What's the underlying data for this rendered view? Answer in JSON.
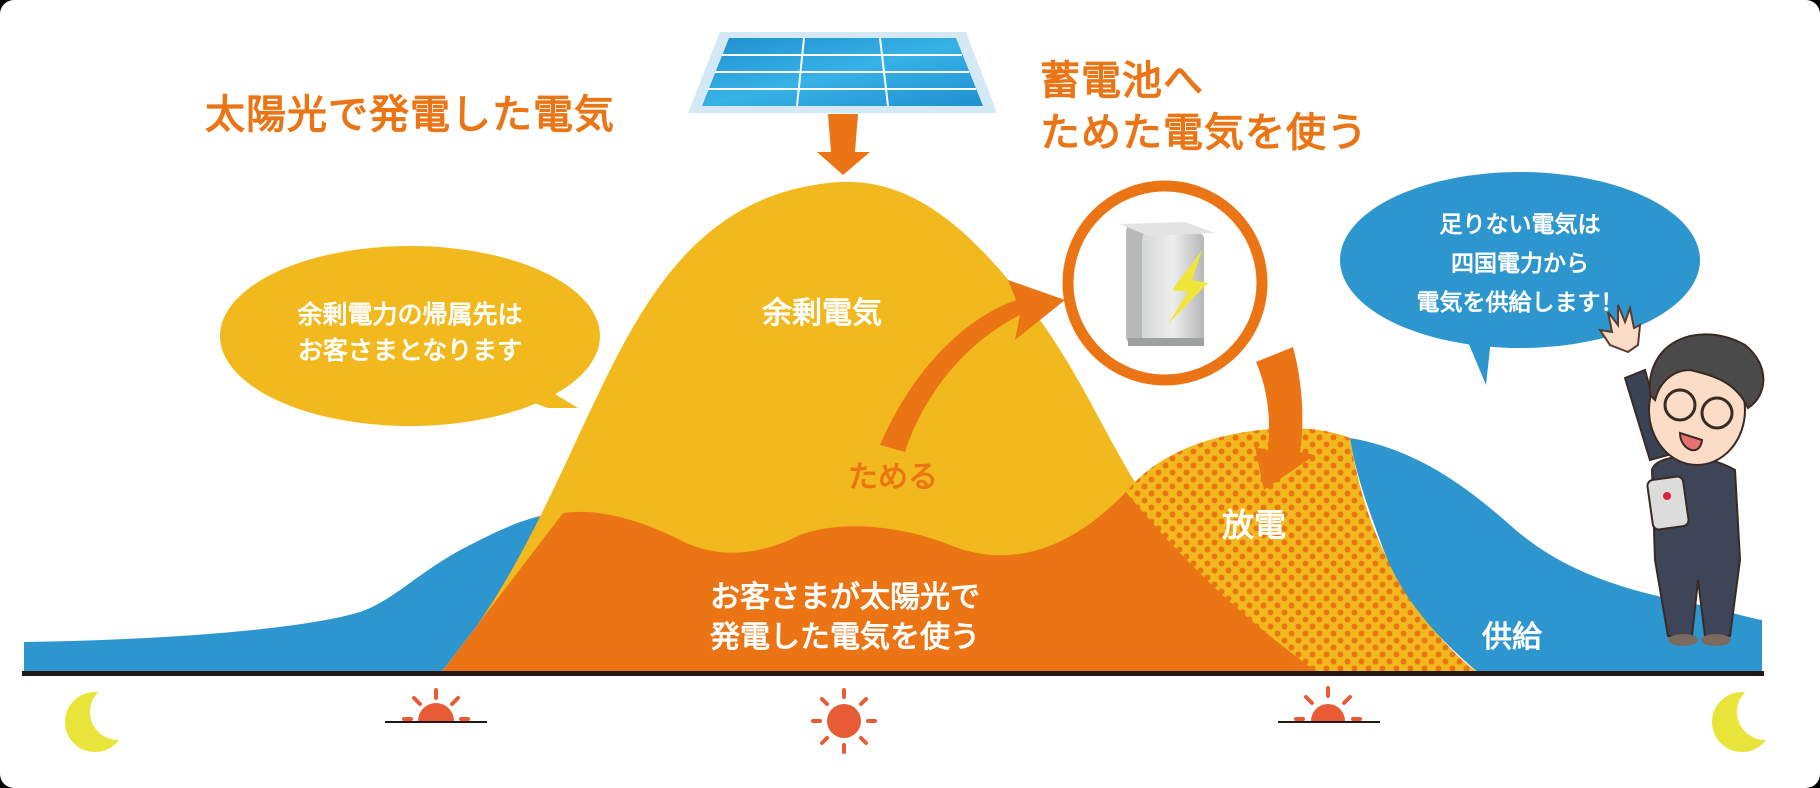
{
  "colors": {
    "background": "#FFFFFF",
    "frame": "#000000",
    "surplus_yellow": "#F2B91E",
    "self_use_orange": "#EB7515",
    "grid_blue": "#2E96CE",
    "baseline": "#231815",
    "sun": "#E85C35",
    "moon": "#E9E43A",
    "panel_blue": "#2BA3DD",
    "panel_frame": "#D4E9F5",
    "battery_gray": "#C9CACA",
    "bolt_yellow": "#F0E63A"
  },
  "headings": {
    "solar_generated": "太陽光で発電した電気",
    "battery_use_line1": "蓄電池へ",
    "battery_use_line2": "ためた電気を使う"
  },
  "bubbles": {
    "surplus_ownership": {
      "line1": "余剰電力の帰属先は",
      "line2": "お客さまとなります"
    },
    "supply_message": {
      "line1": "足りない電気は",
      "line2": "四国電力から",
      "line3": "電気を供給します！"
    }
  },
  "areas": {
    "surplus": "余剰電気",
    "store": "ためる",
    "self_use_line1": "お客さまが太陽光で",
    "self_use_line2": "発電した電気を使う",
    "discharge": "放電",
    "supply": "供給"
  },
  "icons": {
    "solar_panel": "solar-panel-icon",
    "battery": "battery-icon",
    "character": "staff-character",
    "timeline": [
      "moon-icon",
      "sunrise-icon",
      "sun-icon",
      "sunset-icon",
      "moon-icon"
    ]
  }
}
